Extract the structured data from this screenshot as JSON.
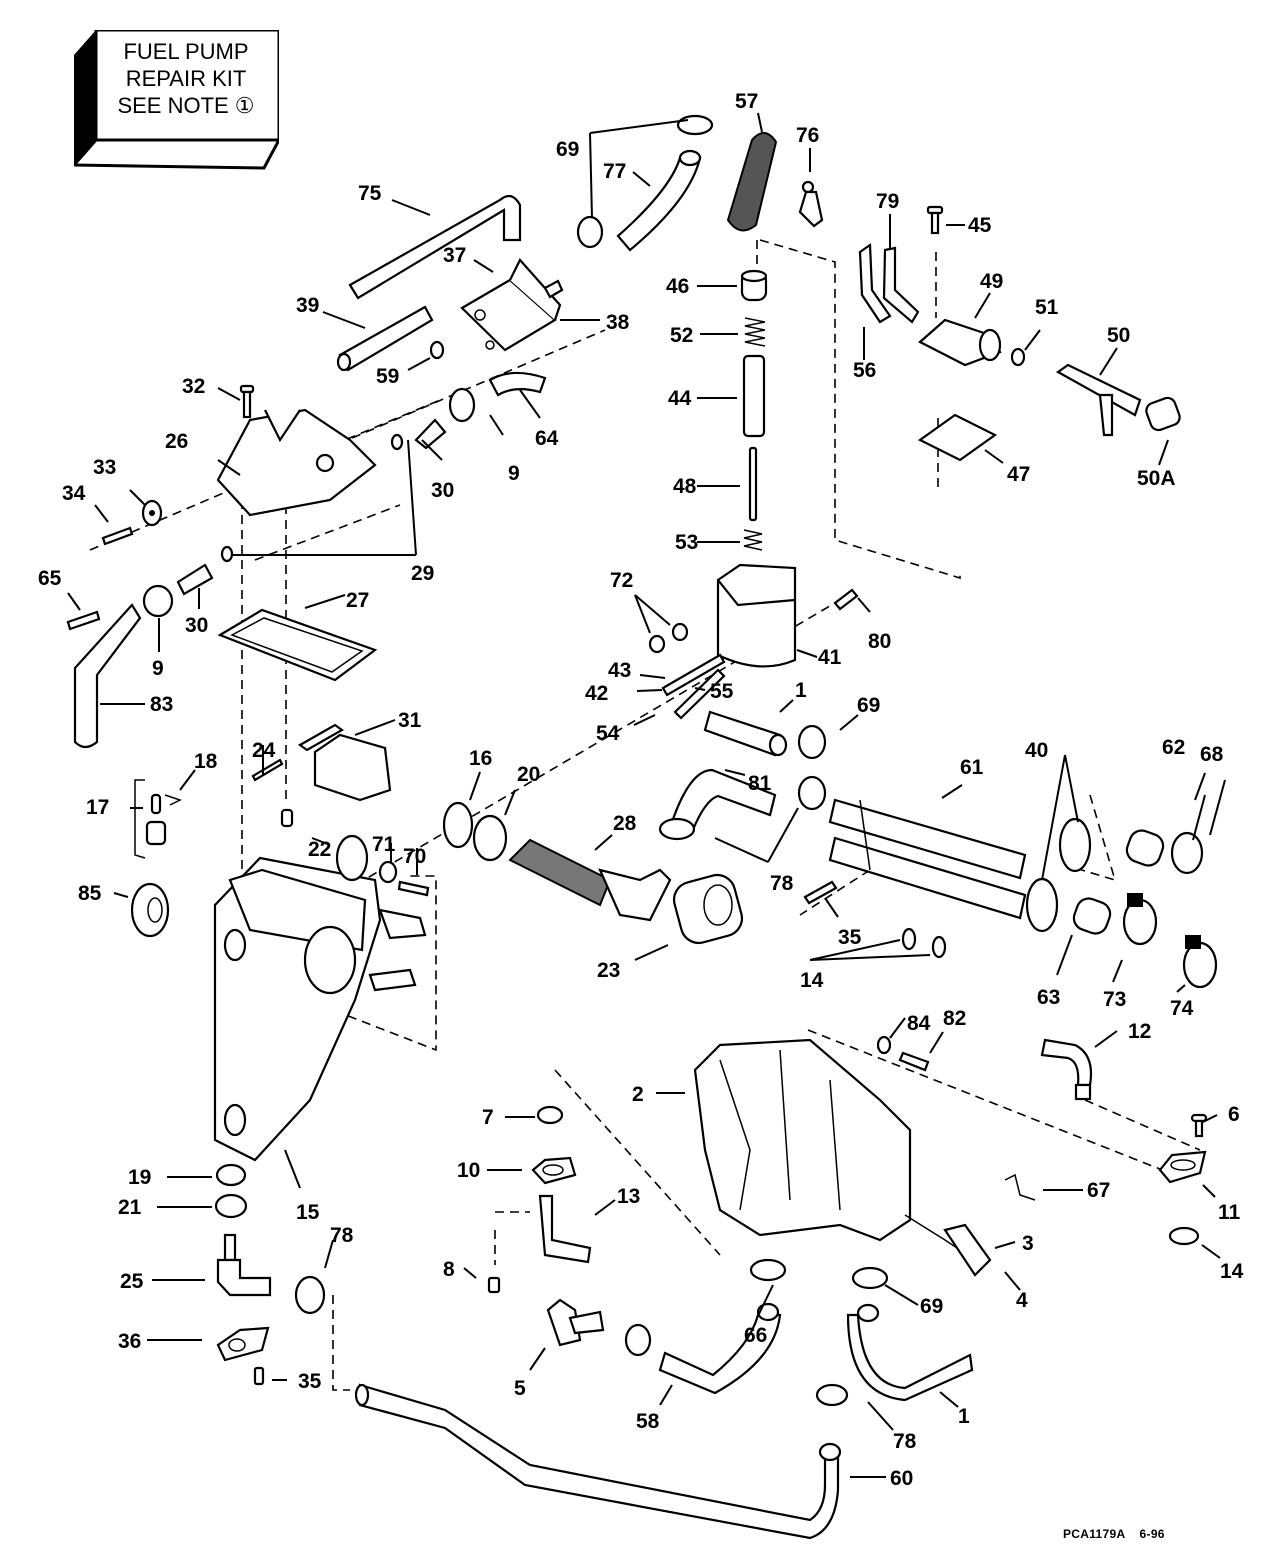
{
  "kit_note": {
    "line1": "FUEL PUMP",
    "line2": "REPAIR KIT",
    "line3": "SEE NOTE ①"
  },
  "footer": {
    "drawing_code": "PCA1179A",
    "date": "6-96"
  },
  "callouts": [
    {
      "id": "c57",
      "label": "57"
    },
    {
      "id": "c76",
      "label": "76"
    },
    {
      "id": "c69a",
      "label": "69"
    },
    {
      "id": "c77",
      "label": "77"
    },
    {
      "id": "c75",
      "label": "75"
    },
    {
      "id": "c79",
      "label": "79"
    },
    {
      "id": "c45",
      "label": "45"
    },
    {
      "id": "c37",
      "label": "37"
    },
    {
      "id": "c46",
      "label": "46"
    },
    {
      "id": "c49",
      "label": "49"
    },
    {
      "id": "c39",
      "label": "39"
    },
    {
      "id": "c38",
      "label": "38"
    },
    {
      "id": "c52",
      "label": "52"
    },
    {
      "id": "c51",
      "label": "51"
    },
    {
      "id": "c50",
      "label": "50"
    },
    {
      "id": "c59",
      "label": "59"
    },
    {
      "id": "c56",
      "label": "56"
    },
    {
      "id": "c32",
      "label": "32"
    },
    {
      "id": "c44",
      "label": "44"
    },
    {
      "id": "c64",
      "label": "64"
    },
    {
      "id": "c26",
      "label": "26"
    },
    {
      "id": "c33",
      "label": "33"
    },
    {
      "id": "c30a",
      "label": "30"
    },
    {
      "id": "c9a",
      "label": "9"
    },
    {
      "id": "c47",
      "label": "47"
    },
    {
      "id": "c50A",
      "label": "50A"
    },
    {
      "id": "c34",
      "label": "34"
    },
    {
      "id": "c48",
      "label": "48"
    },
    {
      "id": "c29",
      "label": "29"
    },
    {
      "id": "c53",
      "label": "53"
    },
    {
      "id": "c65",
      "label": "65"
    },
    {
      "id": "c72",
      "label": "72"
    },
    {
      "id": "c27",
      "label": "27"
    },
    {
      "id": "c30b",
      "label": "30"
    },
    {
      "id": "c80",
      "label": "80"
    },
    {
      "id": "c9b",
      "label": "9"
    },
    {
      "id": "c41",
      "label": "41"
    },
    {
      "id": "c43",
      "label": "43"
    },
    {
      "id": "c42",
      "label": "42"
    },
    {
      "id": "c55",
      "label": "55"
    },
    {
      "id": "c83",
      "label": "83"
    },
    {
      "id": "c1a",
      "label": "1"
    },
    {
      "id": "c69b",
      "label": "69"
    },
    {
      "id": "c54",
      "label": "54"
    },
    {
      "id": "c31",
      "label": "31"
    },
    {
      "id": "c62",
      "label": "62"
    },
    {
      "id": "c24",
      "label": "24"
    },
    {
      "id": "c68",
      "label": "68"
    },
    {
      "id": "c40",
      "label": "40"
    },
    {
      "id": "c18",
      "label": "18"
    },
    {
      "id": "c16",
      "label": "16"
    },
    {
      "id": "c61",
      "label": "61"
    },
    {
      "id": "c20",
      "label": "20"
    },
    {
      "id": "c17",
      "label": "17"
    },
    {
      "id": "c81",
      "label": "81"
    },
    {
      "id": "c28",
      "label": "28"
    },
    {
      "id": "c71",
      "label": "71"
    },
    {
      "id": "c22",
      "label": "22"
    },
    {
      "id": "c70",
      "label": "70"
    },
    {
      "id": "c78a",
      "label": "78"
    },
    {
      "id": "c85",
      "label": "85"
    },
    {
      "id": "c35a",
      "label": "35"
    },
    {
      "id": "c23",
      "label": "23"
    },
    {
      "id": "c14a",
      "label": "14"
    },
    {
      "id": "c63",
      "label": "63"
    },
    {
      "id": "c73",
      "label": "73"
    },
    {
      "id": "c74",
      "label": "74"
    },
    {
      "id": "c84",
      "label": "84"
    },
    {
      "id": "c82",
      "label": "82"
    },
    {
      "id": "c12",
      "label": "12"
    },
    {
      "id": "c2",
      "label": "2"
    },
    {
      "id": "c7",
      "label": "7"
    },
    {
      "id": "c6",
      "label": "6"
    },
    {
      "id": "c10",
      "label": "10"
    },
    {
      "id": "c13",
      "label": "13"
    },
    {
      "id": "c67",
      "label": "67"
    },
    {
      "id": "c11",
      "label": "11"
    },
    {
      "id": "c19",
      "label": "19"
    },
    {
      "id": "c21",
      "label": "21"
    },
    {
      "id": "c15",
      "label": "15"
    },
    {
      "id": "c78b",
      "label": "78"
    },
    {
      "id": "c3",
      "label": "3"
    },
    {
      "id": "c14b",
      "label": "14"
    },
    {
      "id": "c25",
      "label": "25"
    },
    {
      "id": "c8",
      "label": "8"
    },
    {
      "id": "c4",
      "label": "4"
    },
    {
      "id": "c69c",
      "label": "69"
    },
    {
      "id": "c66",
      "label": "66"
    },
    {
      "id": "c36",
      "label": "36"
    },
    {
      "id": "c5",
      "label": "5"
    },
    {
      "id": "c35b",
      "label": "35"
    },
    {
      "id": "c58",
      "label": "58"
    },
    {
      "id": "c1b",
      "label": "1"
    },
    {
      "id": "c78c",
      "label": "78"
    },
    {
      "id": "c60",
      "label": "60"
    }
  ]
}
